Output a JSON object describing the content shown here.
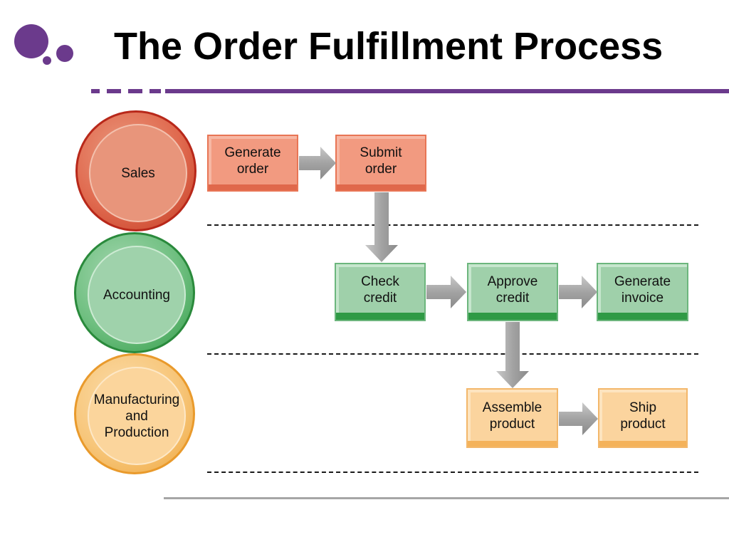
{
  "slide": {
    "title": "The Order Fulfillment Process"
  },
  "colors": {
    "accent_purple": "#6b3a8c",
    "sales": "#e06a4f",
    "accounting": "#2f9a45",
    "manufacturing": "#f4b25a",
    "arrow_gray": "#a6a6a6"
  },
  "lanes": [
    {
      "label": "Sales"
    },
    {
      "label": "Accounting"
    },
    {
      "label": "Manufacturing\nand\nProduction"
    }
  ],
  "steps": {
    "generate_order": "Generate\norder",
    "submit_order": "Submit\norder",
    "check_credit": "Check\ncredit",
    "approve_credit": "Approve\ncredit",
    "generate_invoice": "Generate\ninvoice",
    "assemble_product": "Assemble\nproduct",
    "ship_product": "Ship\nproduct"
  },
  "icons": {
    "logo": "purple-dots-icon",
    "flow_arrow": "gray-arrow-icon"
  }
}
